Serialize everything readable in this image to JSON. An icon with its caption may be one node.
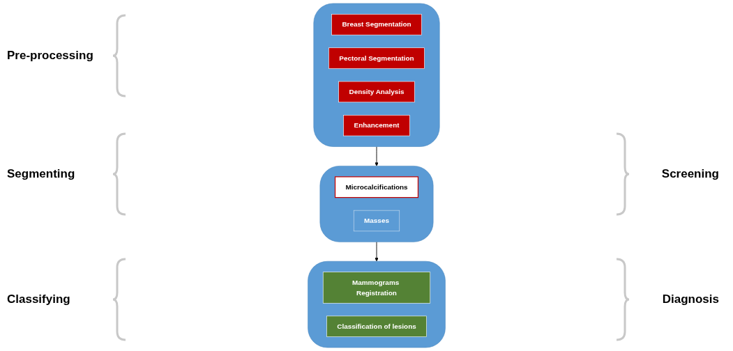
{
  "diagram": {
    "nodes": [
      {
        "text": [],
        "shape": "box"
      },
      {
        "text": [
          "Breast Segmentation"
        ],
        "in": 0
      },
      {
        "text": [
          "Pectoral Segmentation"
        ],
        "in": 0
      },
      {
        "text": [
          "Density Analysis"
        ],
        "in": 0
      },
      {
        "text": [
          "Enhancement"
        ],
        "in": 0
      },
      {
        "text": [],
        "shape": "box"
      },
      {
        "text": [
          "Microcalcifications"
        ],
        "in": 5
      },
      {
        "text": [
          "Masses"
        ],
        "in": 5
      },
      {
        "text": [],
        "shape": "box"
      },
      {
        "text": [
          "Mammograms Registration"
        ],
        "in": 8
      },
      {
        "text": [
          "Classification of lesions"
        ],
        "in": 8
      }
    ],
    "edges": [
      {
        "from": 0,
        "to": 5,
        "arrow": "to"
      },
      {
        "from": 5,
        "to": 8,
        "arrow": "to"
      }
    ],
    "labels": [
      "Pre-processing",
      "Segmenting",
      "Screening",
      "Classifying",
      "Diagnosis"
    ]
  }
}
